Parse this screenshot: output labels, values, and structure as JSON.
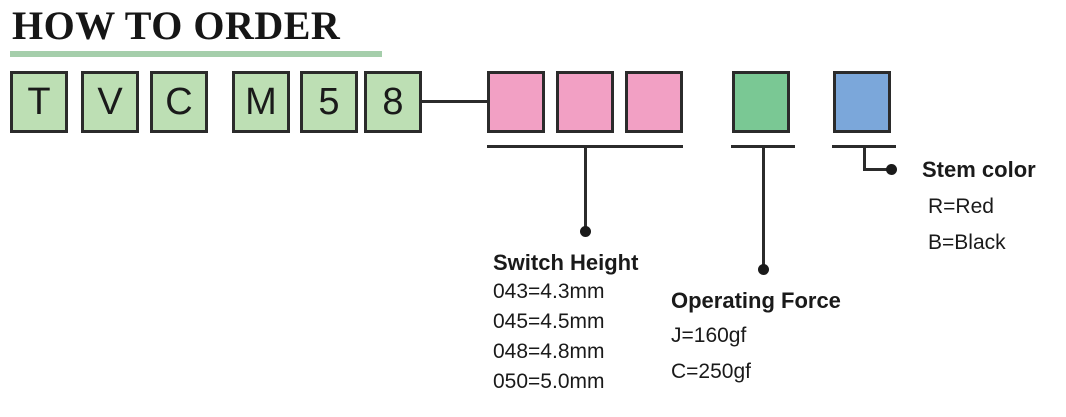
{
  "header": {
    "title": "HOW TO ORDER",
    "underline_color": "#a5ceab"
  },
  "part_code": {
    "prefix_boxes": [
      {
        "label": "T",
        "color": "#bddfb4"
      },
      {
        "label": "V",
        "color": "#bddfb4"
      },
      {
        "label": "C",
        "color": "#bddfb4"
      },
      {
        "label": "M",
        "color": "#bddfb4"
      },
      {
        "label": "5",
        "color": "#bddfb4"
      },
      {
        "label": "8",
        "color": "#bddfb4"
      }
    ],
    "height_boxes": [
      {
        "label": "",
        "color": "#f2a0c4"
      },
      {
        "label": "",
        "color": "#f2a0c4"
      },
      {
        "label": "",
        "color": "#f2a0c4"
      }
    ],
    "force_box": {
      "label": "",
      "color": "#7ac894"
    },
    "stem_box": {
      "label": "",
      "color": "#7ba7da"
    }
  },
  "callouts": {
    "switch_height": {
      "title": "Switch Height",
      "items": [
        "043=4.3mm",
        "045=4.5mm",
        "048=4.8mm",
        "050=5.0mm"
      ]
    },
    "operating_force": {
      "title": "Operating Force",
      "items": [
        "J=160gf",
        "C=250gf"
      ]
    },
    "stem_color": {
      "title": "Stem color",
      "items": [
        "R=Red",
        "B=Black"
      ]
    }
  }
}
